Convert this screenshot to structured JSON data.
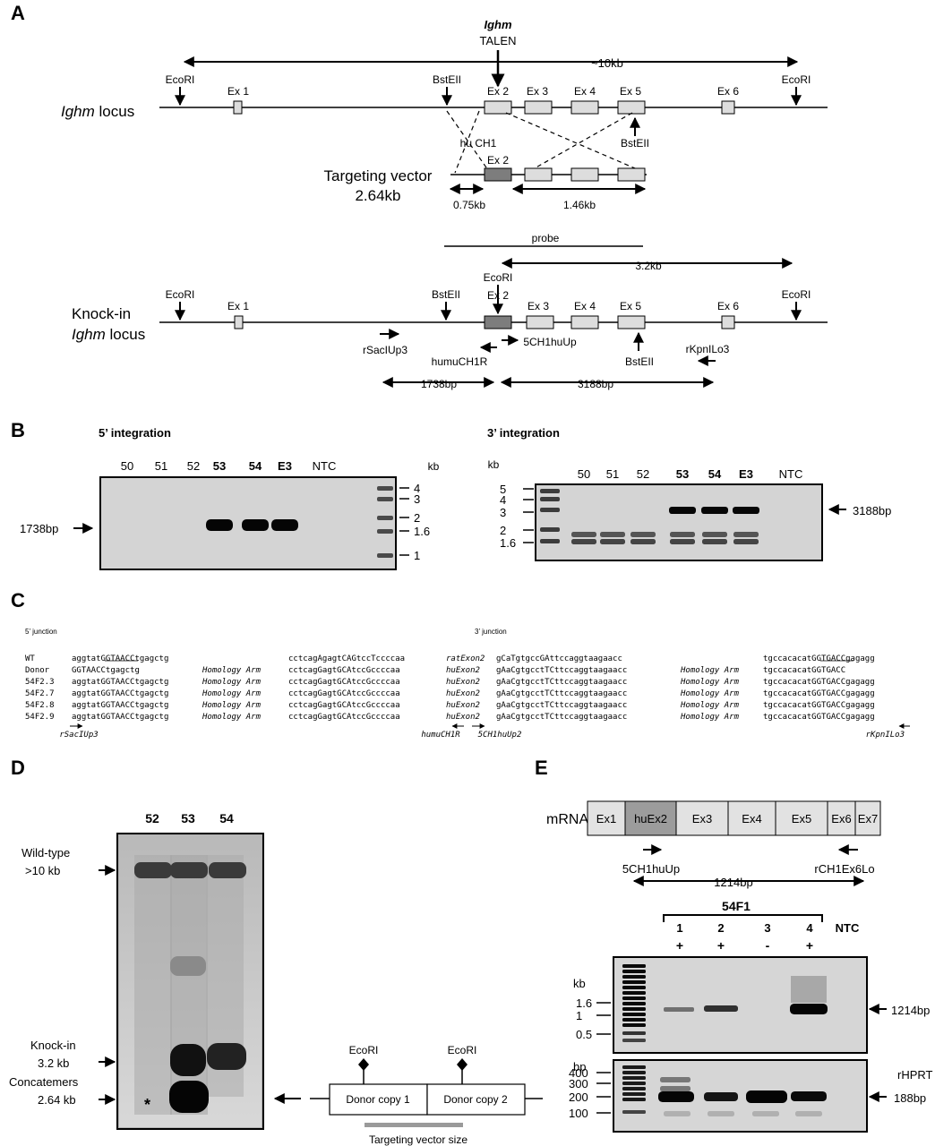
{
  "panels": {
    "a": "A",
    "b": "B",
    "c": "C",
    "d": "D",
    "e": "E"
  },
  "panel_a": {
    "talen_line1": "Ighm",
    "talen_line2": "TALEN",
    "span_label": "~10kb",
    "wt_locus_label_italic": "Ighm",
    "wt_locus_label_rest": " locus",
    "ecori": "EcoRI",
    "bsteii": "BstEII",
    "ex1": "Ex 1",
    "ex2": "Ex 2",
    "ex3": "Ex 3",
    "ex4": "Ex 4",
    "ex5": "Ex 5",
    "ex6": "Ex 6",
    "hu_ch1": "hu CH1",
    "vector_line1": "Targeting vector",
    "vector_line2": "2.64kb",
    "arm_left": "0.75kb",
    "arm_right": "1.46kb",
    "probe": "probe",
    "ki_span": "3.2kb",
    "ki_label_line1": "Knock-in",
    "ki_label_italic": "Ighm",
    "ki_label_rest": " locus",
    "primer_rsaci": "rSacIUp3",
    "primer_humu": "humuCH1R",
    "primer_5ch1": "5CH1huUp",
    "primer_rkpn": "rKpnILo3",
    "amp_5": "1738bp",
    "amp_3": "3188bp"
  },
  "panel_b": {
    "left_title": "5’ integration",
    "right_title": "3’ integration",
    "lanes": [
      "50",
      "51",
      "52",
      "53",
      "54",
      "E3",
      "NTC"
    ],
    "kb": "kb",
    "left_markers": [
      "4",
      "3",
      "2",
      "1.6",
      "1"
    ],
    "right_markers": [
      "5",
      "4",
      "3",
      "2",
      "1.6"
    ],
    "left_band": "1738bp",
    "right_band": "3188bp"
  },
  "panel_c": {
    "junction5": "5’ junction",
    "junction3": "3’ junction",
    "rows": [
      {
        "name": "WT",
        "a": "aggtatGGTAACCtgagctg",
        "mid": "",
        "b": "cctcagAgagtCAGtccTccccaa",
        "ex": "ratExon2",
        "c": "gCaTgtgccGAttccaggtaagaacc",
        "mid2": "",
        "d": "tgccacacatGGTGACCgagagg"
      },
      {
        "name": "Donor",
        "a": "      GGTAACCtgagctg",
        "mid": "Homology Arm",
        "b": "cctcagGagtGCAtccGccccaa",
        "ex": "huExon2",
        "c": "gAaCgtgcctTCttccaggtaagaacc",
        "mid2": "Homology Arm",
        "d": "tgccacacatGGTGACC"
      },
      {
        "name": "54F2.3",
        "a": "aggtatGGTAACCtgagctg",
        "mid": "Homology Arm",
        "b": "cctcagGagtGCAtccGccccaa",
        "ex": "huExon2",
        "c": "gAaCgtgcctTCttccaggtaagaacc",
        "mid2": "Homology Arm",
        "d": "tgccacacatGGTGACCgagagg"
      },
      {
        "name": "54F2.7",
        "a": "aggtatGGTAACCtgagctg",
        "mid": "Homology Arm",
        "b": "cctcagGagtGCAtccGccccaa",
        "ex": "huExon2",
        "c": "gAaCgtgcctTCttccaggtaagaacc",
        "mid2": "Homology Arm",
        "d": "tgccacacatGGTGACCgagagg"
      },
      {
        "name": "54F2.8",
        "a": "aggtatGGTAACCtgagctg",
        "mid": "Homology Arm",
        "b": "cctcagGagtGCAtccGccccaa",
        "ex": "huExon2",
        "c": "gAaCgtgcctTCttccaggtaagaacc",
        "mid2": "Homology Arm",
        "d": "tgccacacatGGTGACCgagagg"
      },
      {
        "name": "54F2.9",
        "a": "aggtatGGTAACCtgagctg",
        "mid": "Homology Arm",
        "b": "cctcagGagtGCAtccGccccaa",
        "ex": "huExon2",
        "c": "gAaCgtgcctTCttccaggtaagaacc",
        "mid2": "Homology Arm",
        "d": "tgccacacatGGTGACCgagagg"
      }
    ],
    "primers": [
      "rSacIUp3",
      "humuCH1R",
      "5CH1huUp2",
      "rKpnILo3"
    ]
  },
  "panel_d": {
    "lanes": [
      "52",
      "53",
      "54"
    ],
    "wt_line1": "Wild-type",
    "wt_line2": ">10 kb",
    "ki_line1": "Knock-in",
    "ki_line2": "3.2 kb",
    "conc_line1": "Concatemers",
    "conc_line2": "2.64 kb",
    "star": "*",
    "ecori": "EcoRI",
    "donor1": "Donor copy 1",
    "donor2": "Donor copy 2",
    "vector_size": "Targeting vector size"
  },
  "panel_e": {
    "mrna": "mRNA",
    "exons": [
      "Ex1",
      "huEx2",
      "Ex3",
      "Ex4",
      "Ex5",
      "Ex6",
      "Ex7"
    ],
    "primer_fwd": "5CH1huUp",
    "primer_rev": "rCH1Ex6Lo",
    "amplicon": "1214bp",
    "group": "54F1",
    "lanes": [
      "1",
      "2",
      "3",
      "4"
    ],
    "signs": [
      "+",
      "+",
      "-",
      "+"
    ],
    "ntc": "NTC",
    "kb": "kb",
    "kb_markers": [
      "1.6",
      "1",
      "0.5"
    ],
    "bp": "bp",
    "bp_markers": [
      "400",
      "300",
      "200",
      "100"
    ],
    "band_top": "1214bp",
    "rhprt": "rHPRT",
    "band_bottom": "188bp"
  }
}
